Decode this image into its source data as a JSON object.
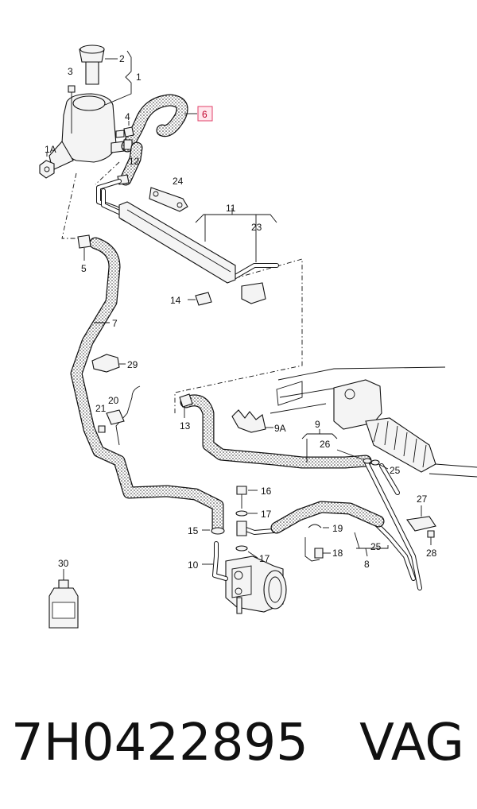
{
  "diagram": {
    "callouts": {
      "c1": "1",
      "c1A": "1A",
      "c2": "2",
      "c3": "3",
      "c4": "4",
      "c5": "5",
      "c6": "6",
      "c7": "7",
      "c8": "8",
      "c9": "9",
      "c9A": "9A",
      "c10": "10",
      "c11": "11",
      "c12": "12",
      "c13": "13",
      "c14": "14",
      "c15": "15",
      "c16": "16",
      "c17a": "17",
      "c17b": "17",
      "c18": "18",
      "c19": "19",
      "c20": "20",
      "c21": "21",
      "c23": "23",
      "c24": "24",
      "c25a": "25",
      "c25b": "25",
      "c26": "26",
      "c27": "27",
      "c28": "28",
      "c29": "29",
      "c30": "30"
    },
    "highlight_color": "#e0406a"
  },
  "footer": {
    "part_number": "7H0422895",
    "brand": "VAG"
  }
}
